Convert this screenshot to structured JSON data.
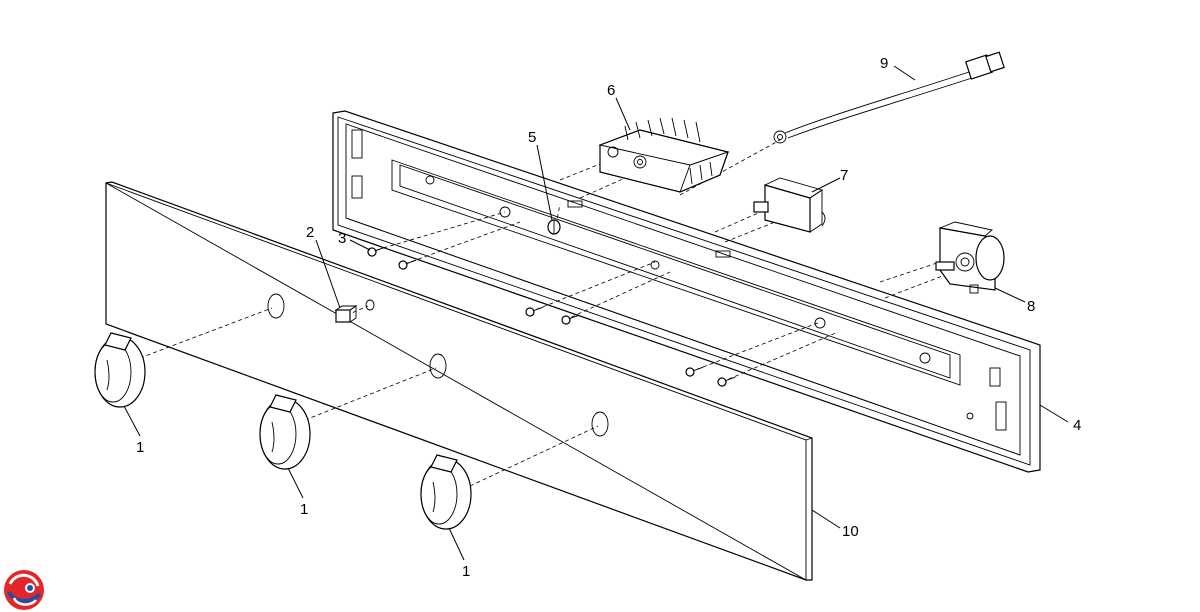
{
  "diagram": {
    "part_labels": [
      {
        "id": "knob-1a",
        "text": "1"
      },
      {
        "id": "knob-1b",
        "text": "1"
      },
      {
        "id": "knob-1c",
        "text": "1"
      },
      {
        "id": "indicator-2",
        "text": "2"
      },
      {
        "id": "screw-3",
        "text": "3"
      },
      {
        "id": "control-panel-4",
        "text": "4"
      },
      {
        "id": "clip-5",
        "text": "5"
      },
      {
        "id": "selector-switch-6",
        "text": "6"
      },
      {
        "id": "switch-7",
        "text": "7"
      },
      {
        "id": "timer-8",
        "text": "8"
      },
      {
        "id": "cable-9",
        "text": "9"
      },
      {
        "id": "fascia-panel-10",
        "text": "10"
      }
    ]
  },
  "logo": {
    "icon": "brand-swirl-logo",
    "colors": {
      "red": "#e2262a",
      "blue": "#1f4fa3"
    }
  }
}
